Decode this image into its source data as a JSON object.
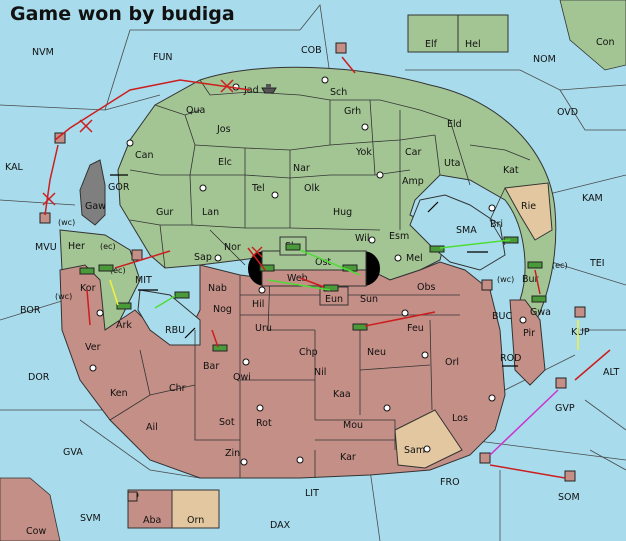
{
  "title": "Game won by budiga",
  "colors": {
    "sea": "#a8dced",
    "player_green": "#a3c594",
    "player_red": "#c48f86",
    "neutral_tan": "#e3c7a0",
    "impassable": "#7f7f7f",
    "order_arrow": "#cc1e1e",
    "support_line": "#4fdc36",
    "convoy_line": "#f2f23a",
    "retreat_arrow": "#cc33cc"
  },
  "sea_labels": [
    "NVM",
    "FUN",
    "COB",
    "NOM",
    "Con",
    "OVD",
    "KAL",
    "KAM",
    "GOR",
    "SMA",
    "TEI",
    "MVU",
    "(wc)",
    "(ec)",
    "MIT",
    "BOR",
    "(wc)",
    "RBU",
    "BUC",
    "KUP",
    "(ec)",
    "(wc)",
    "ROD",
    "DOR",
    "ALT",
    "GVP",
    "GVA",
    "FRO",
    "LIT",
    "SVM",
    "SOM",
    "DAX",
    "Cow"
  ],
  "green_labels": [
    "Jad",
    "Sch",
    "Qua",
    "Jos",
    "Grh",
    "Eld",
    "Can",
    "Yok",
    "Car",
    "Uta",
    "Elc",
    "Nar",
    "Tel",
    "Amp",
    "Kat",
    "Gaw",
    "Olk",
    "Gur",
    "Lan",
    "Hug",
    "Bri",
    "Esm",
    "Her",
    "(ec)",
    "Wil",
    "Nor",
    "Skr",
    "Sap",
    "Ost",
    "Mel",
    "Web",
    "Kor",
    "Nab",
    "Ark",
    "Elf",
    "Hel"
  ],
  "red_labels": [
    "Eun",
    "Sun",
    "Obs",
    "Bur",
    "Gwa",
    "Hil",
    "Nog",
    "Uru",
    "Feu",
    "Pir",
    "Ver",
    "Chp",
    "Neu",
    "Bar",
    "Qwi",
    "Nil",
    "Orl",
    "Ken",
    "Chr",
    "Kaa",
    "Ail",
    "Sot",
    "Rot",
    "Mou",
    "Los",
    "Zin",
    "Kar",
    "Aba"
  ],
  "tan_labels": [
    "Rie",
    "Sam",
    "Orn"
  ]
}
